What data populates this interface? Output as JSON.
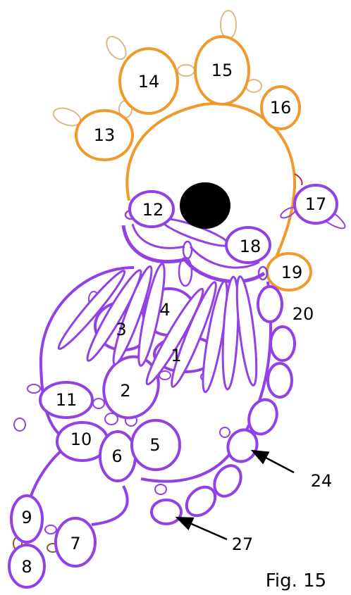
{
  "figure": {
    "caption": "Fig. 15",
    "colors": {
      "purple": "#9141e6",
      "orange": "#ee9a2c",
      "tan": "#d9b98a",
      "brown": "#8a5a2b",
      "red": "#c8232c",
      "bead": "#000000"
    },
    "rings": {
      "r1": "1",
      "r2": "2",
      "r3": "3",
      "r4": "4",
      "r5": "5",
      "r6": "6",
      "r7": "7",
      "r8": "8",
      "r9": "9",
      "r10": "10",
      "r11": "11",
      "r12": "12",
      "r13": "13",
      "r14": "14",
      "r15": "15",
      "r16": "16",
      "r17": "17",
      "r18": "18",
      "r19": "19"
    },
    "callouts": {
      "c20": "20",
      "c24": "24",
      "c27": "27"
    }
  }
}
